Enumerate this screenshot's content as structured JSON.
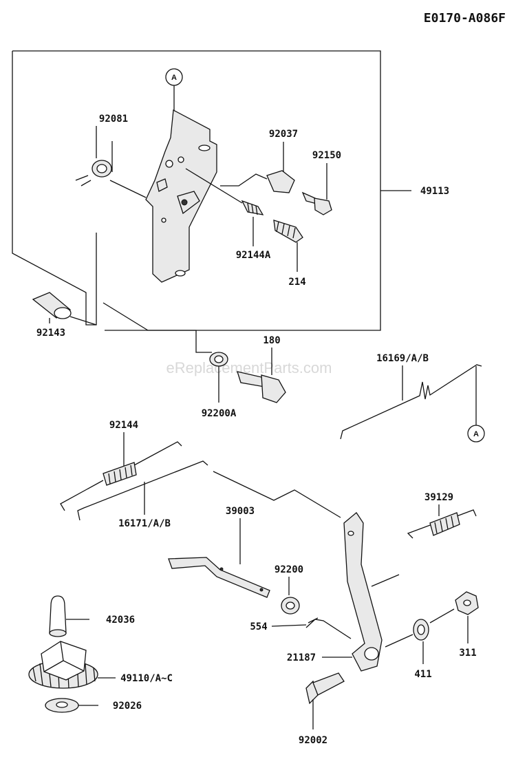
{
  "diagram_code": "E0170-A086F",
  "watermark": "eReplacementParts.com",
  "callout_ref": "A",
  "labels": {
    "p92081": "92081",
    "p92037": "92037",
    "p92150": "92150",
    "p49113": "49113",
    "p92144A": "92144A",
    "p214": "214",
    "p92143": "92143",
    "p180": "180",
    "p92200A": "92200A",
    "p16169": "16169/A/B",
    "p92144": "92144",
    "p16171": "16171/A/B",
    "p39003": "39003",
    "p92200": "92200",
    "p39129": "39129",
    "p42036": "42036",
    "p554": "554",
    "p21187": "21187",
    "p311": "311",
    "p411": "411",
    "p49110": "49110/A~C",
    "p92026": "92026",
    "p92002": "92002"
  }
}
